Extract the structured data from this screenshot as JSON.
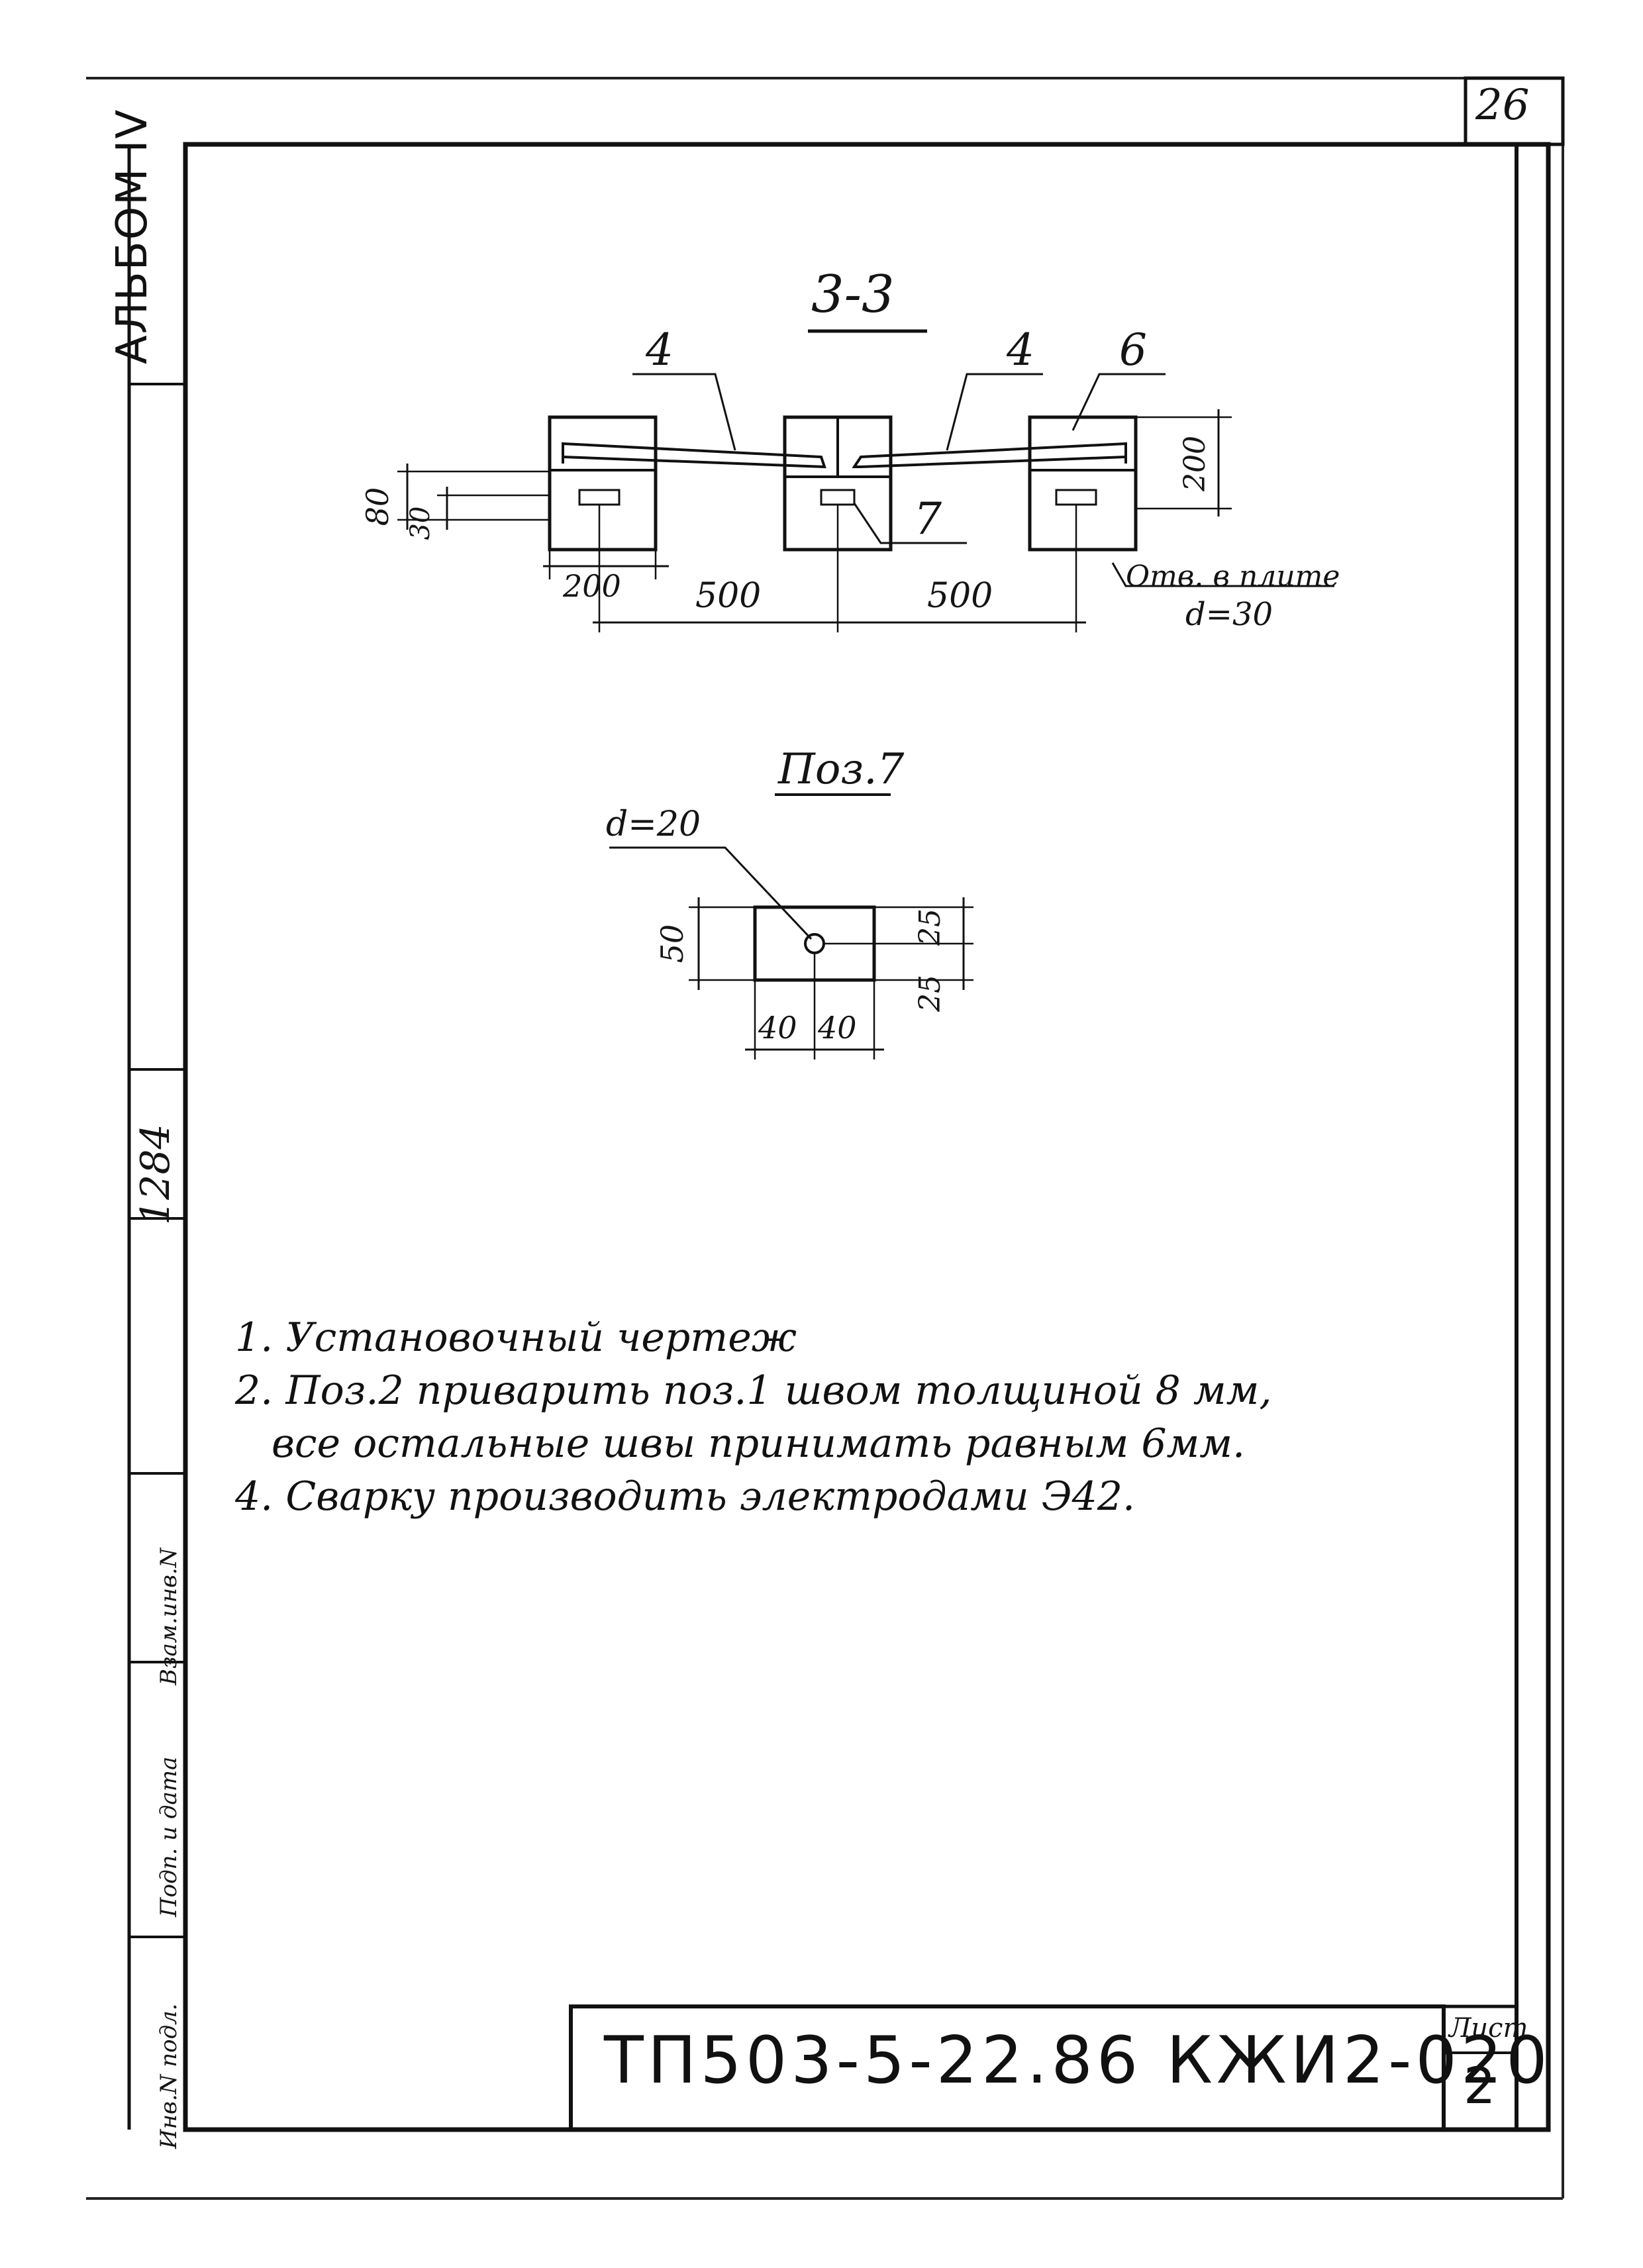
{
  "sheet_number": "26",
  "album": "АЛЬБОМ IV",
  "inventory_number": "1284",
  "side_stamp": {
    "inv_no": "Инв.N подл.",
    "sign_date": "Подп. и дата",
    "swap_inv": "Взам.инв.N"
  },
  "section_view": {
    "title": "3-3",
    "labels": [
      "4",
      "4",
      "6",
      "7"
    ],
    "dims": {
      "h80": "80",
      "h30": "30",
      "w200": "200",
      "h200": "200",
      "span_left": "500",
      "span_right": "500"
    },
    "hole_note": "Отв. в плите",
    "hole_diameter": "d=30"
  },
  "detail_view": {
    "title": "Поз.7",
    "hole_diameter": "d=20",
    "dims": {
      "height": "50",
      "top_half": "25",
      "bottom_half": "25",
      "left_half": "40",
      "right_half": "40"
    }
  },
  "notes": [
    "1. Установочный чертеж",
    "2. Поз.2 приварить поз.1 швом толщиной 8 мм,",
    "все остальные швы принимать равным 6мм.",
    "4. Сварку производить электродами Э42."
  ],
  "title_block": {
    "document_code": "ТП503-5-22.86 КЖИ2-020",
    "sheet_label": "Лист",
    "sheet_value": "2"
  }
}
